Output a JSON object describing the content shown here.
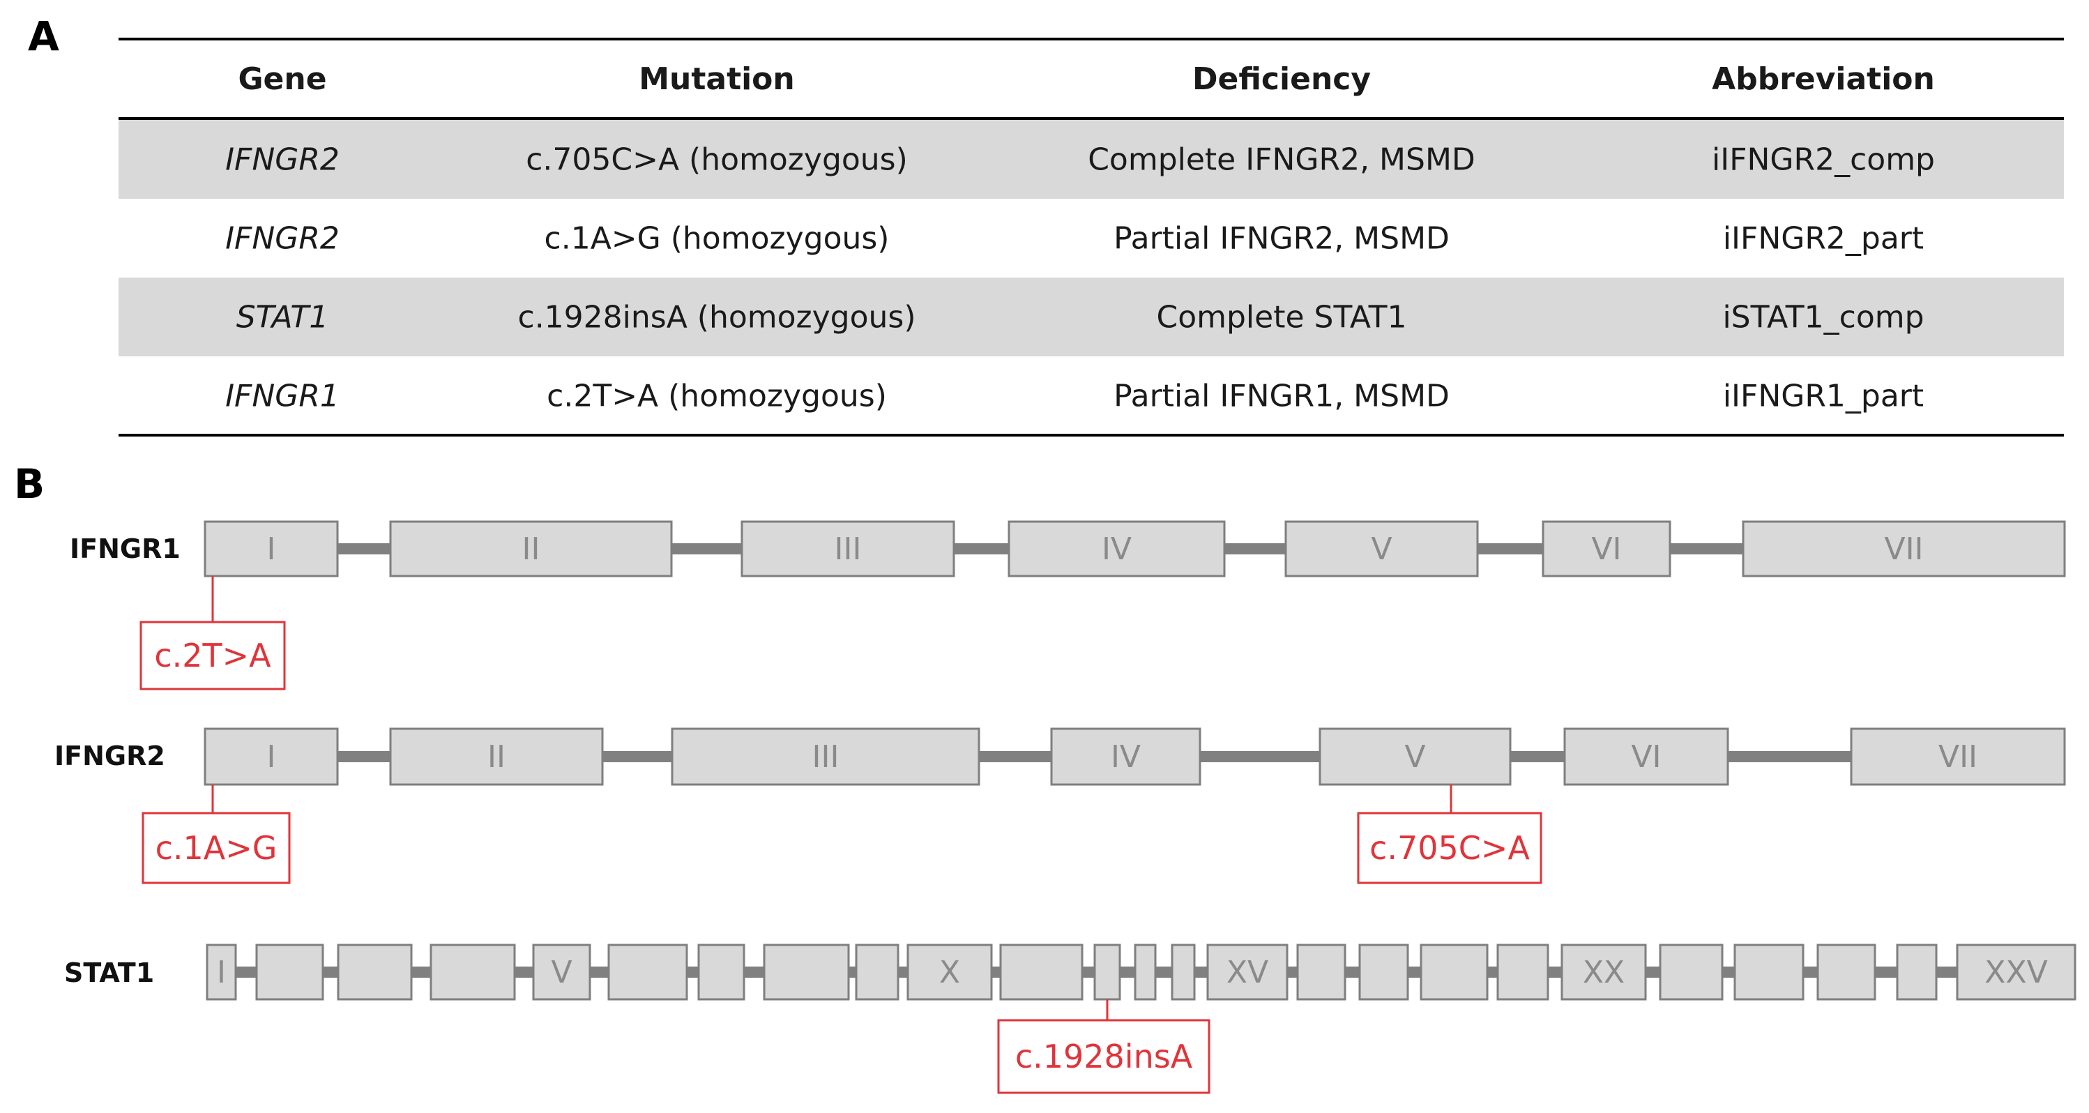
{
  "panels": {
    "a": "A",
    "b": "B"
  },
  "table": {
    "headers": [
      "Gene",
      "Mutation",
      "Deficiency",
      "Abbreviation"
    ],
    "rows": [
      {
        "gene": "IFNGR2",
        "mutation": "c.705C>A (homozygous)",
        "deficiency": "Complete IFNGR2, MSMD",
        "abbreviation": "iIFNGR2_comp",
        "shaded": true
      },
      {
        "gene": "IFNGR2",
        "mutation": "c.1A>G (homozygous)",
        "deficiency": "Partial IFNGR2, MSMD",
        "abbreviation": "iIFNGR2_part",
        "shaded": false
      },
      {
        "gene": "STAT1",
        "mutation": "c.1928insA (homozygous)",
        "deficiency": "Complete STAT1",
        "abbreviation": "iSTAT1_comp",
        "shaded": true
      },
      {
        "gene": "IFNGR1",
        "mutation": "c.2T>A (homozygous)",
        "deficiency": "Partial IFNGR1, MSMD",
        "abbreviation": "iIFNGR1_part",
        "shaded": false
      }
    ]
  },
  "genes": [
    {
      "name": "IFNGR1",
      "exons": [
        "I",
        "II",
        "III",
        "IV",
        "V",
        "VI",
        "VII"
      ],
      "mutations": [
        {
          "label": "c.2T>A",
          "exon": 1
        }
      ]
    },
    {
      "name": "IFNGR2",
      "exons": [
        "I",
        "II",
        "III",
        "IV",
        "V",
        "VI",
        "VII"
      ],
      "mutations": [
        {
          "label": "c.1A>G",
          "exon": 1
        },
        {
          "label": "c.705C>A",
          "exon": 5
        }
      ]
    },
    {
      "name": "STAT1",
      "exons": [
        "I",
        "",
        "",
        "",
        "V",
        "",
        "",
        "",
        "",
        "X",
        "",
        "",
        "",
        "",
        "XV",
        "",
        "",
        "",
        "",
        "XX",
        "",
        "",
        "",
        "",
        "XXV"
      ],
      "mutations": [
        {
          "label": "c.1928insA",
          "exon": 12
        }
      ]
    }
  ],
  "colors": {
    "exon_fill": "#d9d9d9",
    "exon_stroke": "#7f7f7f",
    "intron": "#808080",
    "mutation": "#e0343a",
    "row_shade": "#d9d9d9"
  }
}
